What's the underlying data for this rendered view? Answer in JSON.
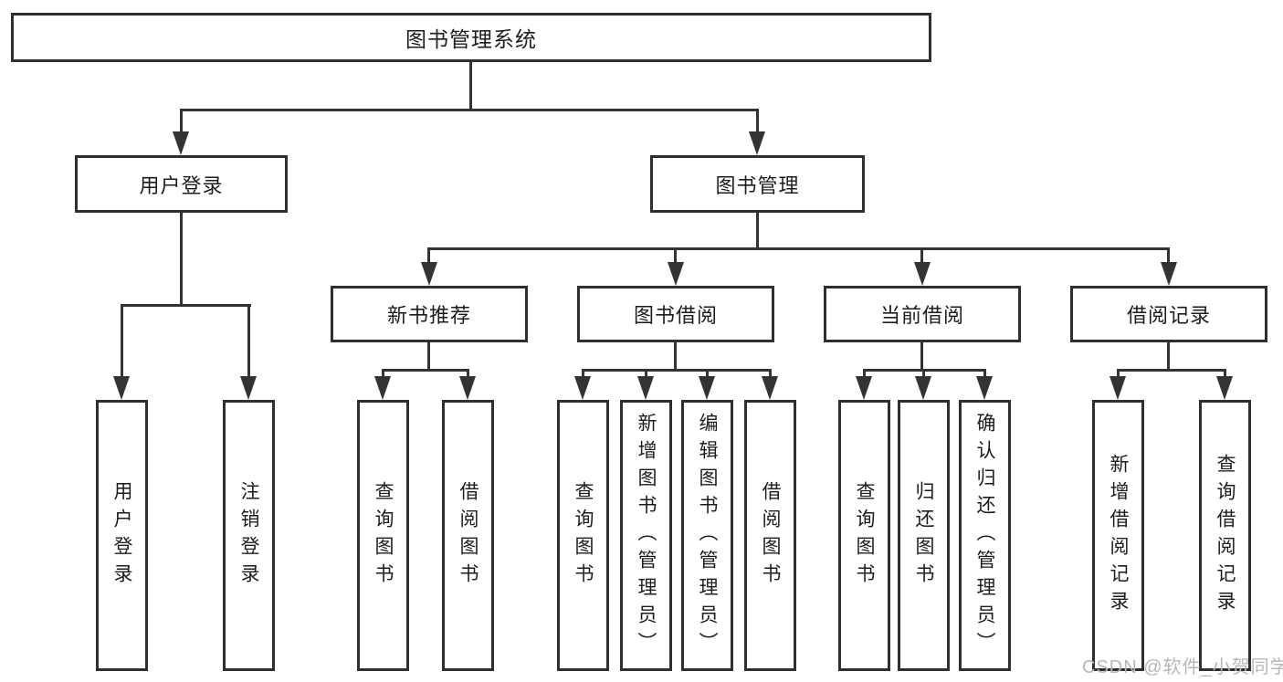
{
  "diagram": {
    "type": "tree",
    "root": {
      "label": "图书管理系统"
    },
    "level2": {
      "user_login": {
        "label": "用户登录"
      },
      "book_mgmt": {
        "label": "图书管理"
      }
    },
    "level3": {
      "new_books": {
        "label": "新书推荐"
      },
      "borrowing": {
        "label": "图书借阅"
      },
      "current": {
        "label": "当前借阅"
      },
      "records": {
        "label": "借阅记录"
      }
    },
    "leaves": {
      "user_login": [
        "用户登录",
        "注销登录"
      ],
      "new_books": [
        "查询图书",
        "借阅图书"
      ],
      "borrowing": [
        "查询图书",
        "新增图书（管理员）",
        "编辑图书（管理员）",
        "借阅图书"
      ],
      "current": [
        "查询图书",
        "归还图书",
        "确认归还（管理员）"
      ],
      "records": [
        "新增借阅记录",
        "查询借阅记录"
      ]
    }
  },
  "watermark": {
    "text": "CSDN @软件_小贺同学"
  },
  "colors": {
    "line": "#333333",
    "border": "#2f2f2f",
    "text": "#1d1d1d",
    "background": "#ffffff",
    "wm": "#b7b7b7"
  }
}
